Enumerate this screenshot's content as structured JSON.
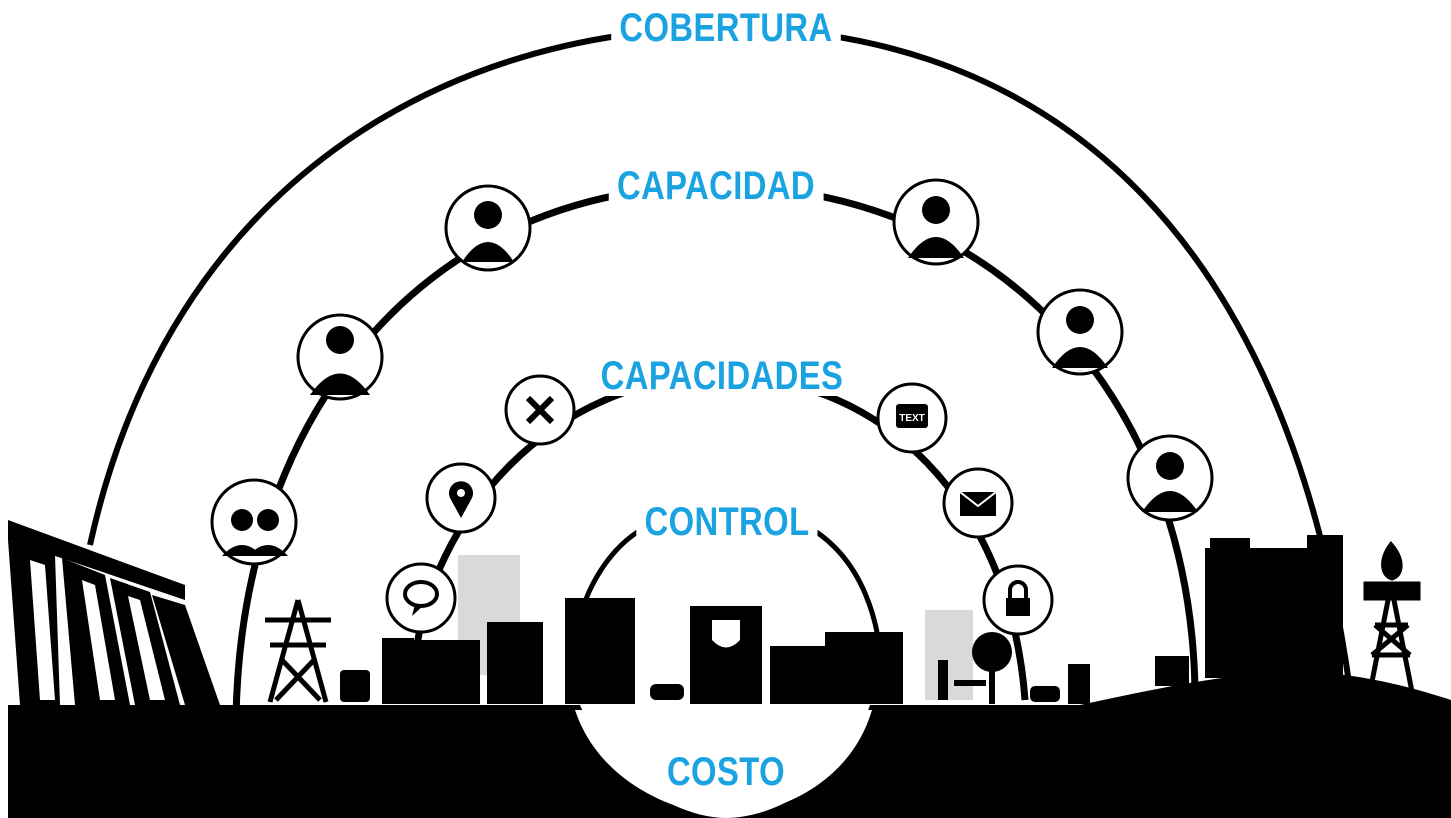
{
  "labels": {
    "cobertura": "COBERTURA",
    "capacidad": "CAPACIDAD",
    "capacidades": "CAPACIDADES",
    "control": "CONTROL",
    "costo": "COSTO"
  },
  "icons": {
    "capacidad_ring": [
      "workers-icon",
      "doctor-icon",
      "firefighter-icon",
      "police-officer-icon",
      "dispatcher-headset-icon",
      "utility-worker-icon"
    ],
    "capacidades_ring": [
      "chat-bubble-icon",
      "location-pin-icon",
      "tools-icon",
      "text-message-icon",
      "mail-icon",
      "lock-icon"
    ]
  },
  "text_icon_label": "TEXT",
  "colors": {
    "accent": "#1aa3e0",
    "ink": "#000000",
    "building_gray": "#d9d9d9"
  }
}
